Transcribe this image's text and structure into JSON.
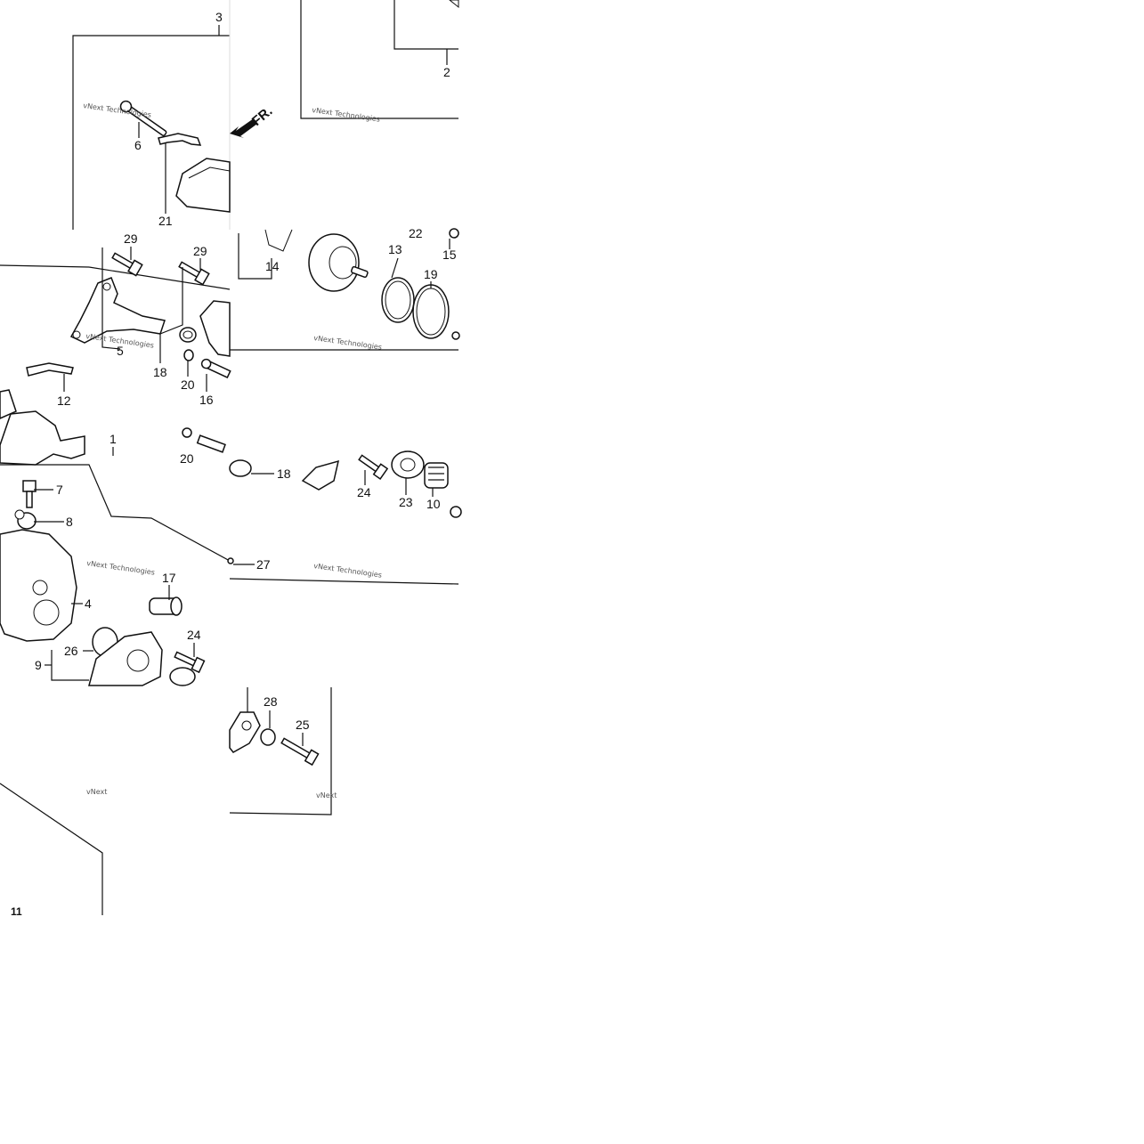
{
  "diagram": {
    "direction_marker": "FR.",
    "watermark": "vNext Technologies",
    "watermark_partial": "vNext",
    "callouts": {
      "c1": "1",
      "c2": "2",
      "c3": "3",
      "c4": "4",
      "c5": "5",
      "c6": "6",
      "c7": "7",
      "c8": "8",
      "c9": "9",
      "c10": "10",
      "c11": "11",
      "c12": "12",
      "c13": "13",
      "c14": "14",
      "c15": "15",
      "c16": "16",
      "c17": "17",
      "c18a": "18",
      "c18b": "18",
      "c19": "19",
      "c20a": "20",
      "c20b": "20",
      "c21": "21",
      "c22": "22",
      "c23": "23",
      "c24a": "24",
      "c24b": "24",
      "c25": "25",
      "c26": "26",
      "c27": "27",
      "c28": "28",
      "c29a": "29",
      "c29b": "29"
    }
  }
}
